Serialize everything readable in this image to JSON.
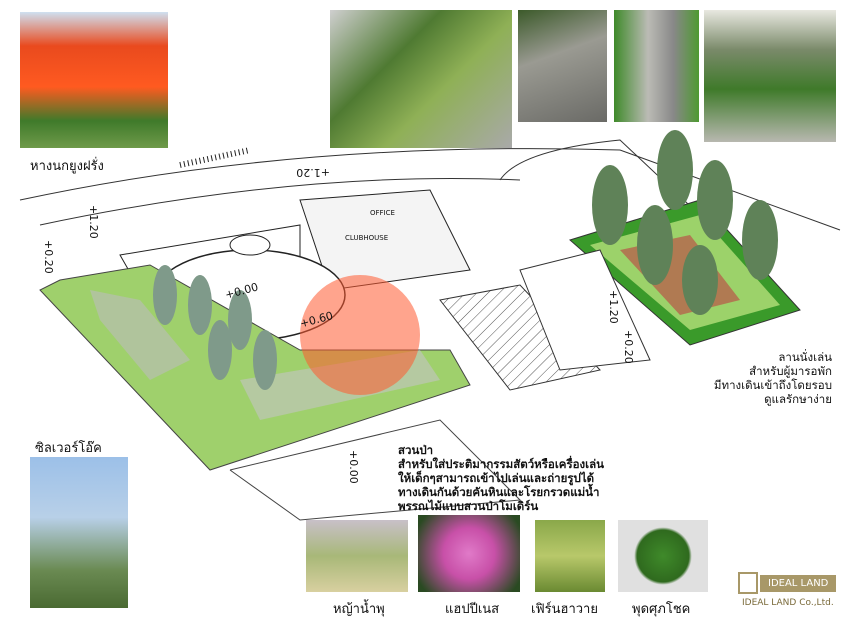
{
  "photos": {
    "flame_tree": {
      "label": "หางนกยูงฝรั่ง"
    },
    "silver_oak": {
      "label": "ซิลเวอร์โอ๊ค"
    },
    "plants": [
      {
        "label": "หญ้าน้ำพุ"
      },
      {
        "label": "แฮปปีเนส"
      },
      {
        "label": "เฟิร์นฮาวาย"
      },
      {
        "label": "พุดศุภโชค"
      }
    ]
  },
  "plan": {
    "levels": [
      "+1.20",
      "+1.20",
      "+0.00",
      "+0.60",
      "+0.20",
      "+0.20",
      "+0.00",
      "+1.20"
    ],
    "rooms": [
      "OFFICE",
      "CLUBHOUSE"
    ]
  },
  "notes": {
    "garden": [
      "สวนป่า",
      "สำหรับใส่ประติมากรรมสัตว์หรือเครื่องเล่น",
      "ให้เด็กๆสามารถเข้าไปเล่นและถ่ายรูปได้",
      "ทางเดินกันด้วยคันหินและโรยกรวดแม่น้ำ",
      "พรรณไม้แบบสวนป่าโมเดิร์น"
    ],
    "plaza": [
      "ลานนั่งเล่น",
      "สำหรับผู้มารอพัก",
      "มีทางเดินเข้าถึงโดยรอบ",
      "ดูแลรักษาง่าย"
    ]
  },
  "logo": {
    "name": "IDEAL LAND",
    "company": "IDEAL LAND Co.,Ltd."
  }
}
